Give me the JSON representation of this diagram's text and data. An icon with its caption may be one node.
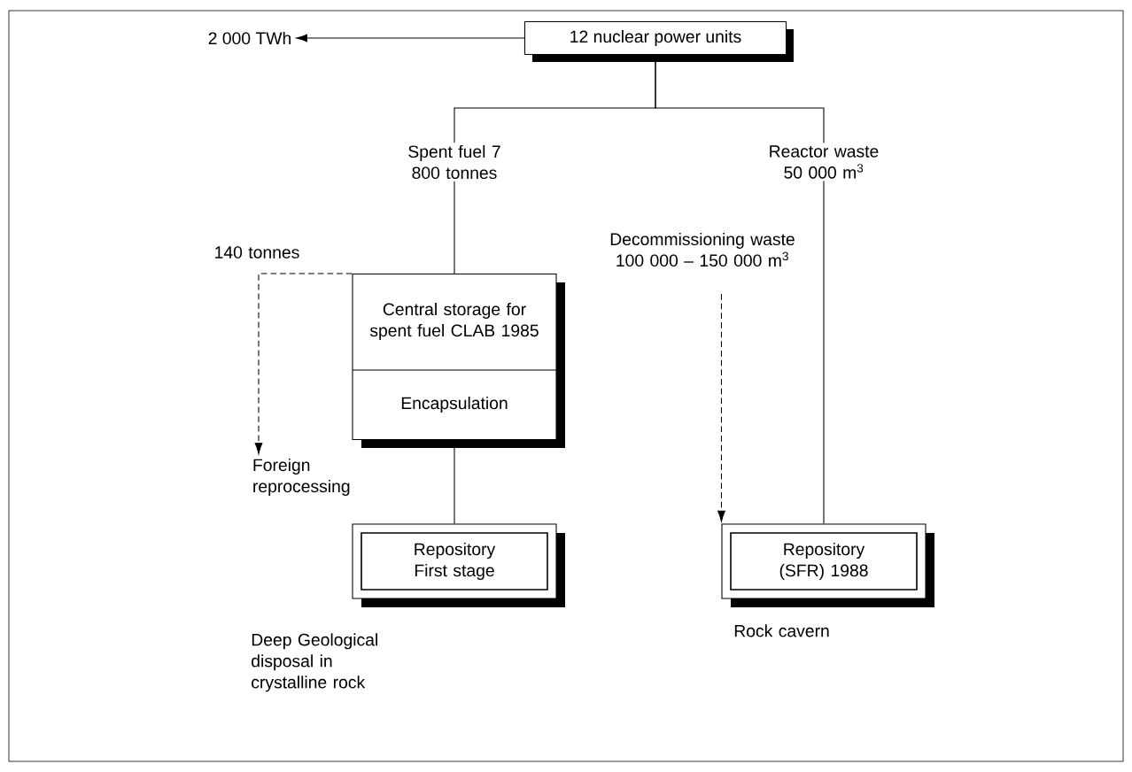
{
  "diagram": {
    "nodes": [
      {
        "text": [
          "12 nuclear power units"
        ]
      },
      {
        "text": [
          "2 000 TWh"
        ]
      },
      {
        "text": [
          "Central storage for spent fuel CLAB 1985",
          "Encapsulation"
        ]
      },
      {
        "text": [
          "Foreign reprocessing"
        ]
      },
      {
        "text": [
          "Repository First stage"
        ],
        "beside": [
          "Deep Geological disposal in crystalline rock"
        ]
      },
      {
        "text": [
          "Repository (SFR) 1988"
        ],
        "beside": [
          "Rock cavern"
        ]
      },
      {
        "text": [
          "Decommissioning waste 100 000 – 150 000 m$^{3}$"
        ]
      }
    ],
    "edges": [
      {
        "from": 0,
        "to": 1,
        "arrow": "to"
      },
      {
        "from": 0,
        "to": 2,
        "arrow": "none",
        "label": "Spent fuel 7 800 tonnes"
      },
      {
        "from": 0,
        "to": 5,
        "arrow": "none",
        "label": "Reactor waste 50 000 m$^{3}$"
      },
      {
        "from": 2,
        "to": 3,
        "arrow": "to",
        "style": "dashed",
        "label": "140 tonnes"
      },
      {
        "from": 2,
        "to": 4,
        "arrow": "none"
      },
      {
        "from": 6,
        "to": 5,
        "arrow": "to",
        "style": "dashed"
      }
    ]
  }
}
